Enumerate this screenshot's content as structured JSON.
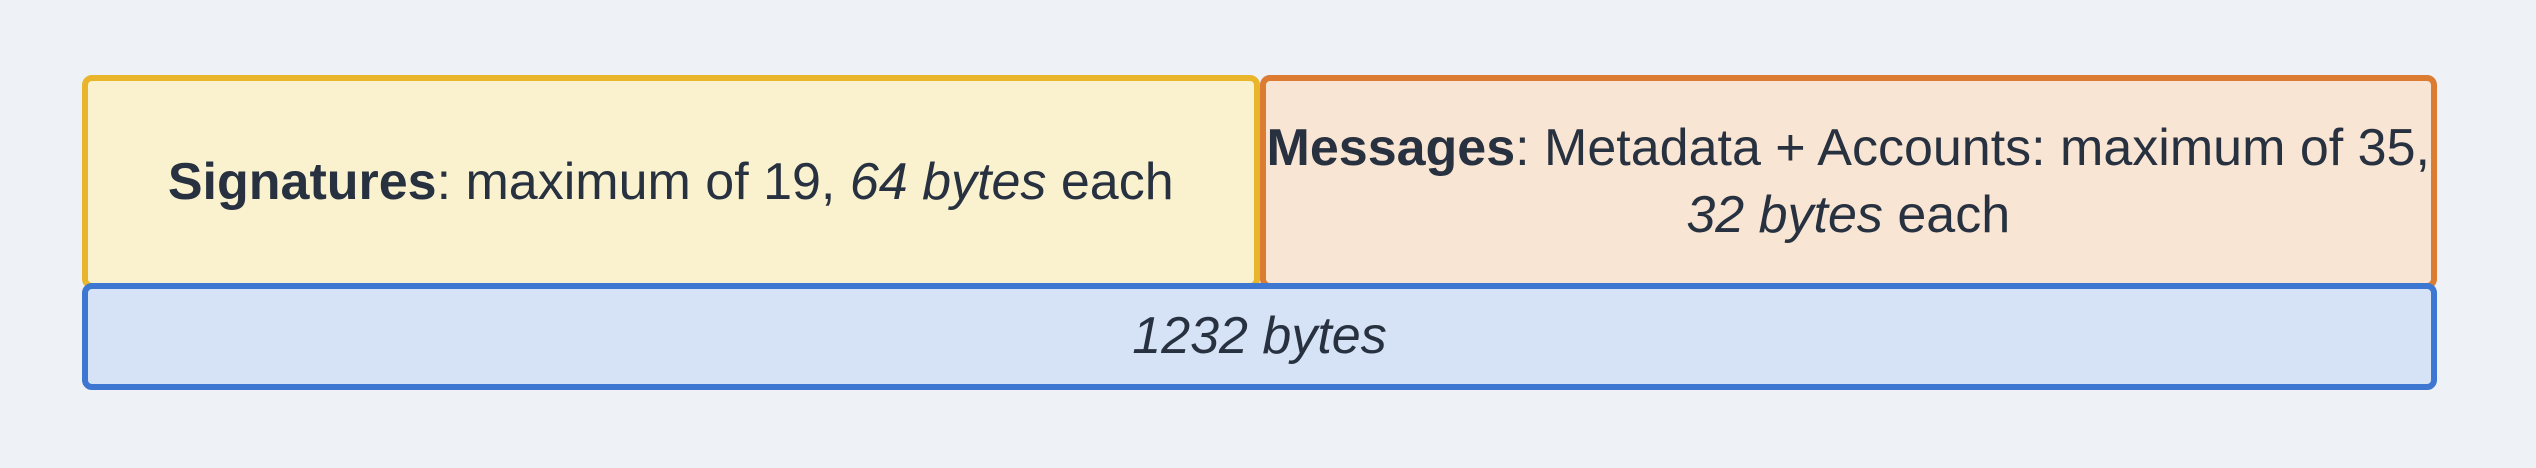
{
  "diagram": {
    "signatures": {
      "bold": "Signatures",
      "regular": ": maximum of 19, ",
      "italic": "64 bytes",
      "suffix": " each"
    },
    "messages": {
      "bold": "Messages",
      "line1_rest": ": Metadata + Accounts: maximum of 35,",
      "line2_italic": "32 bytes",
      "line2_suffix": " each"
    },
    "total": {
      "italic": "1232 bytes"
    }
  },
  "colors": {
    "page-bg": "#eef1f6",
    "signatures-fill": "#faf1cf",
    "signatures-border": "#e9b62b",
    "messages-fill": "#f8e5d4",
    "messages-border": "#dc7b32",
    "total-fill": "#d6e3f6",
    "total-border": "#3d77d2",
    "text": "#27313f"
  }
}
